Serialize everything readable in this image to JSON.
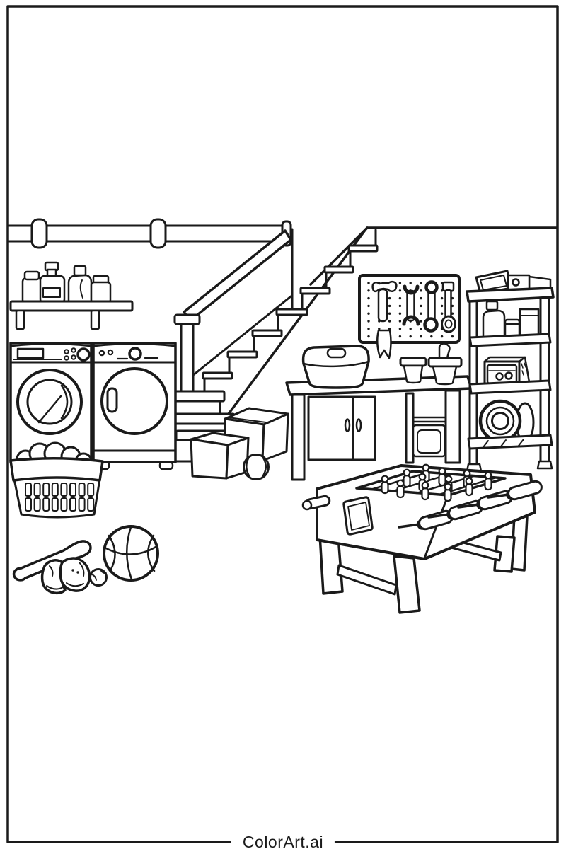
{
  "canvas": {
    "background": "#ffffff",
    "line_color": "#1a1a1a"
  },
  "footer": {
    "brand": "ColorArt.ai"
  },
  "scene": {
    "objects": [
      "page-frame",
      "ceiling-pipe",
      "staircase",
      "stair-railing",
      "wall-shelf",
      "detergent-bottles",
      "washing-machine",
      "dryer",
      "pegboard",
      "hammer-icon",
      "wrench-icon",
      "box-wrench-icon",
      "spoon-tool-icon",
      "hanging-ribbon",
      "workbench",
      "storage-bin",
      "utility-cups",
      "cabinet",
      "storage-shelving",
      "radio",
      "detergent-jug",
      "microwave",
      "coiled-hose",
      "cardboard-boxes",
      "toy-ball",
      "laundry-basket",
      "laundry-clothes",
      "foosball-table",
      "basketball",
      "baseball-bat",
      "sneakers",
      "baseball"
    ]
  }
}
